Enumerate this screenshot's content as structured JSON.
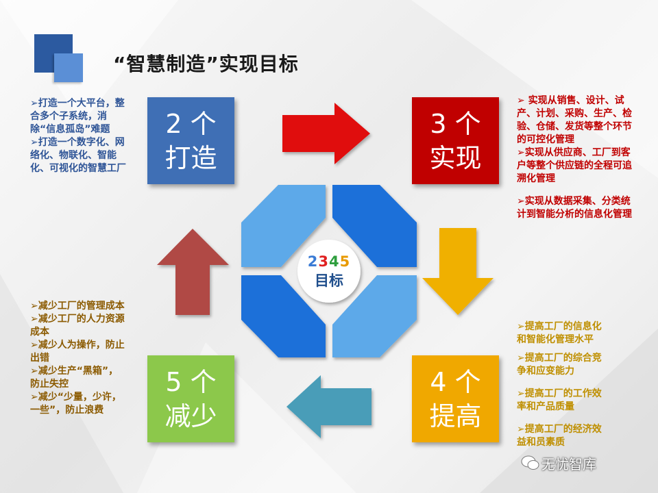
{
  "title": "“智慧制造”实现目标",
  "center": {
    "num": [
      "2",
      "3",
      "4",
      "5"
    ],
    "num_colors": [
      "#3a7bd5",
      "#e02020",
      "#2e9e3e",
      "#e89a00"
    ],
    "label": "目标"
  },
  "boxes": {
    "b2": {
      "line1": "2 个",
      "line2": "打造",
      "color": "#3f6fb5"
    },
    "b3": {
      "line1": "3 个",
      "line2": "实现",
      "color": "#c00000"
    },
    "b4": {
      "line1": "4 个",
      "line2": "提高",
      "color": "#f0a800"
    },
    "b5": {
      "line1": "5 个",
      "line2": "减少",
      "color": "#8cc84b"
    }
  },
  "texts": {
    "left_top": [
      "➢打造一个大平台，整合多个子系统，消除“信息孤岛”难题",
      "➢打造一个数字化、网络化、物联化、智能化、可视化的智慧工厂"
    ],
    "right_top": [
      "➢ 实现从销售、设计、试产、计划、采购、生产、检验、仓储、发货等整个环节的可控化管理",
      "➢实现从供应商、工厂到客户等整个供应链的全程可追溯化管理",
      "➢实现从数据采集、分类统计到智能分析的信息化管理"
    ],
    "right_bottom": [
      "➢提高工厂的信息化和智能化管理水平",
      "➢提高工厂的综合竞争和应变能力",
      "➢提高工厂的工作效率和产品质量",
      "➢提高工厂的经济效益和员素质"
    ],
    "left_bottom": [
      "➢减少工厂的管理成本",
      "➢减少工厂的人力资源成本",
      "➢减少人为操作，防止出错",
      "➢减少生产“黑箱”，防止失控",
      "➢减少“少量，少许，一些”，防止浪费"
    ]
  },
  "colors": {
    "left_top": "#2f5597",
    "right_top": "#c00000",
    "right_bottom": "#bf8f00",
    "left_bottom": "#8b5a00"
  },
  "watermark": "无忧智库"
}
